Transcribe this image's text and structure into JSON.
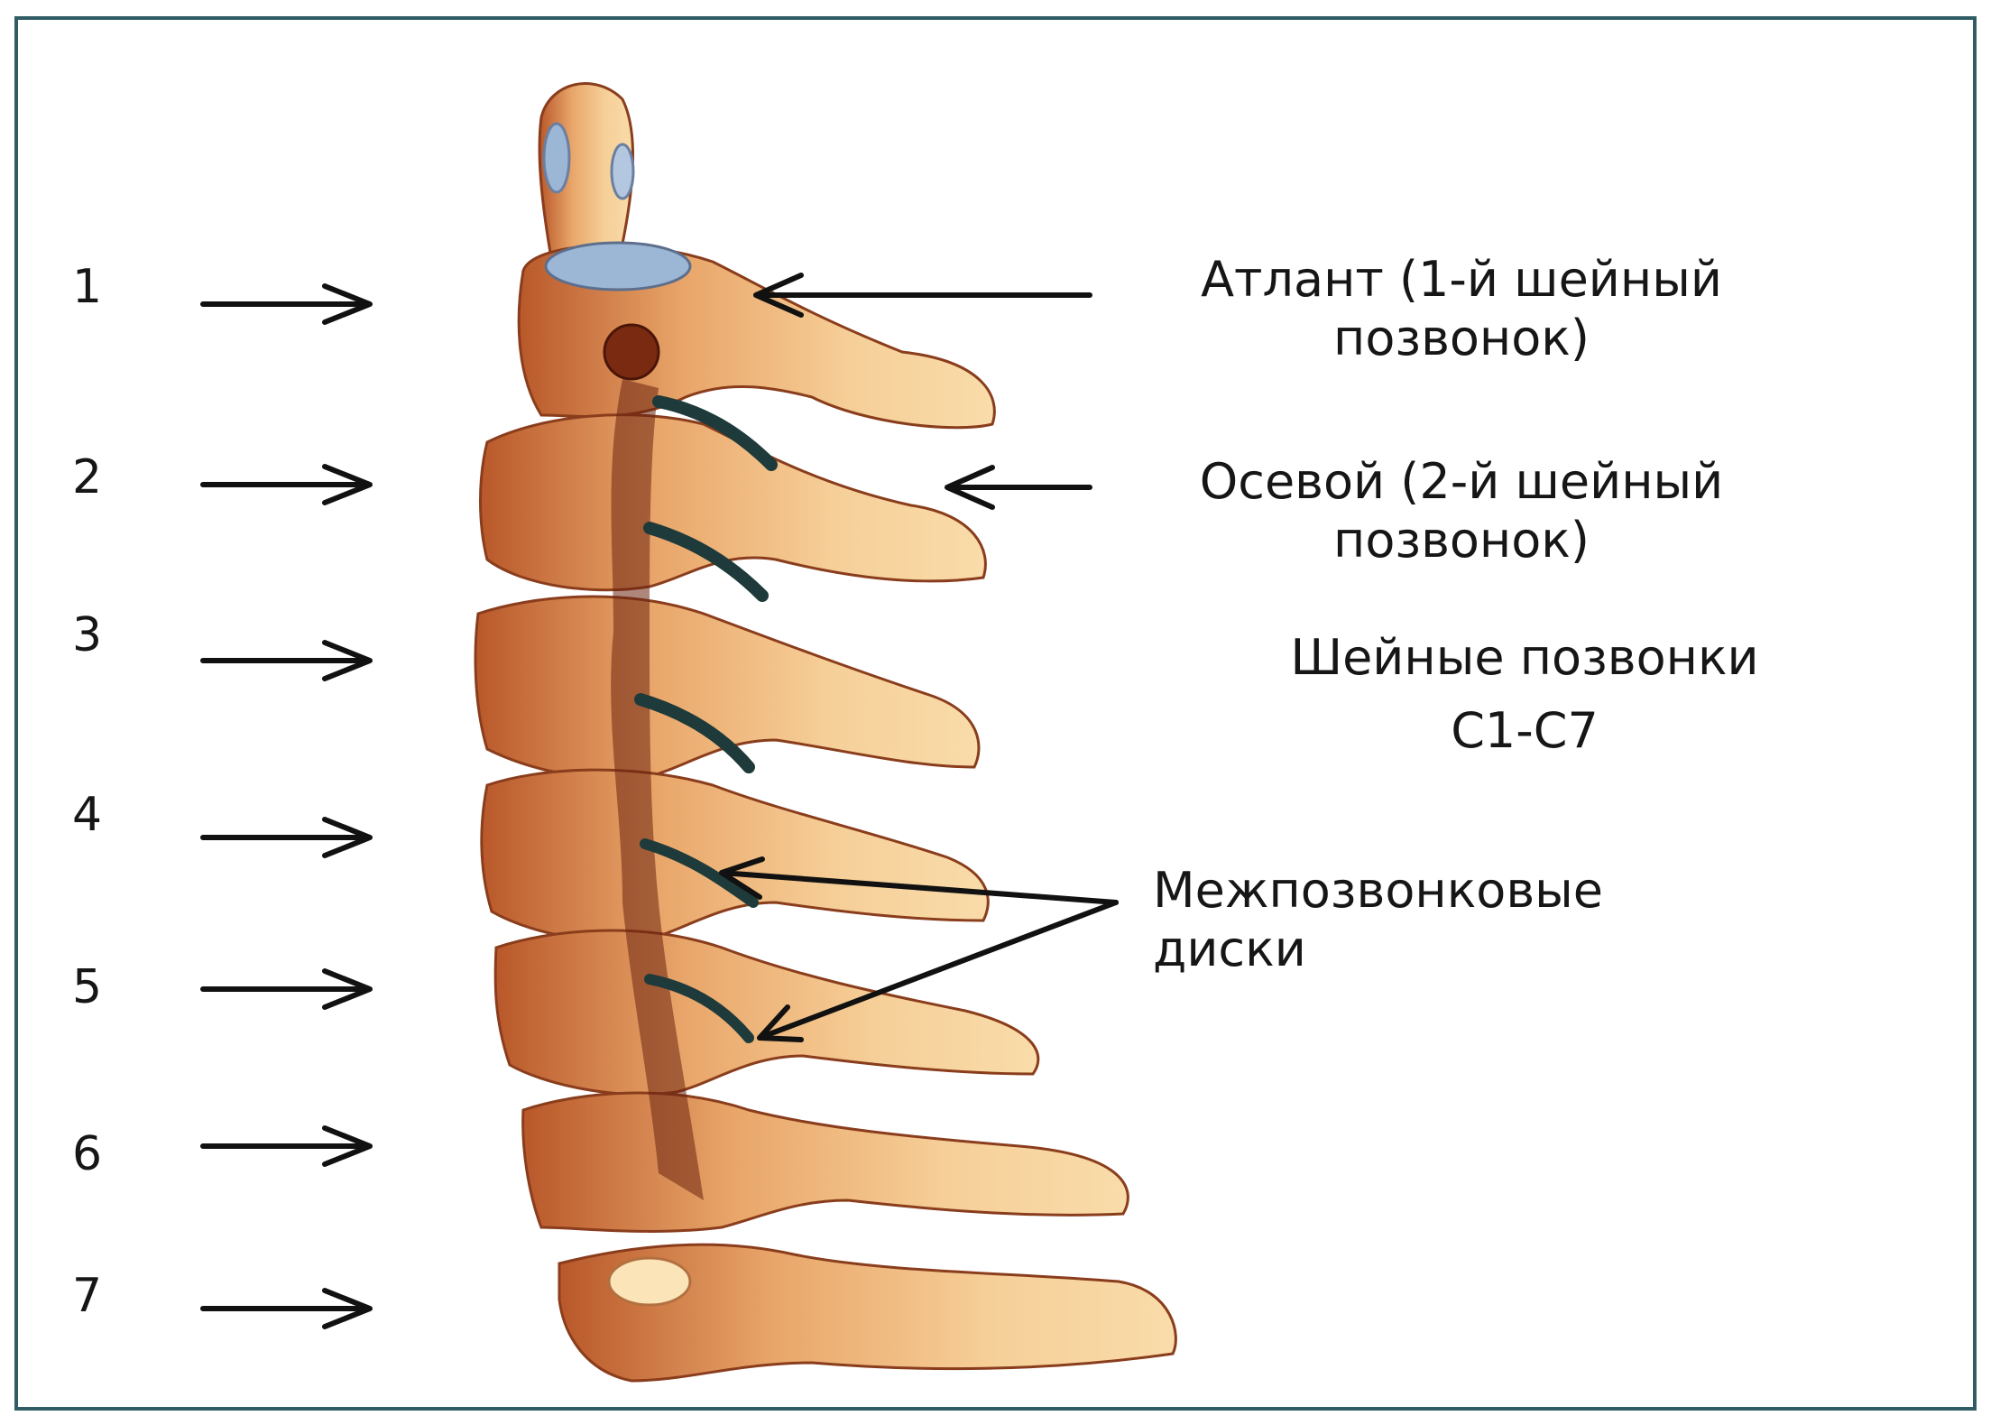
{
  "diagram": {
    "vertebra_numbers": [
      "1",
      "2",
      "3",
      "4",
      "5",
      "6",
      "7"
    ],
    "labels": {
      "atlas": [
        "Атлант (1-й шейный",
        "позвонок)"
      ],
      "axis": [
        "Осевой (2-й шейный",
        "позвонок)"
      ],
      "cervical": [
        "Шейные позвонки",
        "C1-C7"
      ],
      "discs": [
        "Межпозвонковые",
        "диски"
      ]
    },
    "colors": {
      "frame": "#2f5d63",
      "bone": "#eeb780",
      "bone_shadow": "#a04e27",
      "bone_highlight": "#fbe4b8",
      "disc": "#1e3a3a",
      "cartilage": "#9cb6d6",
      "arrow": "#111111"
    }
  }
}
